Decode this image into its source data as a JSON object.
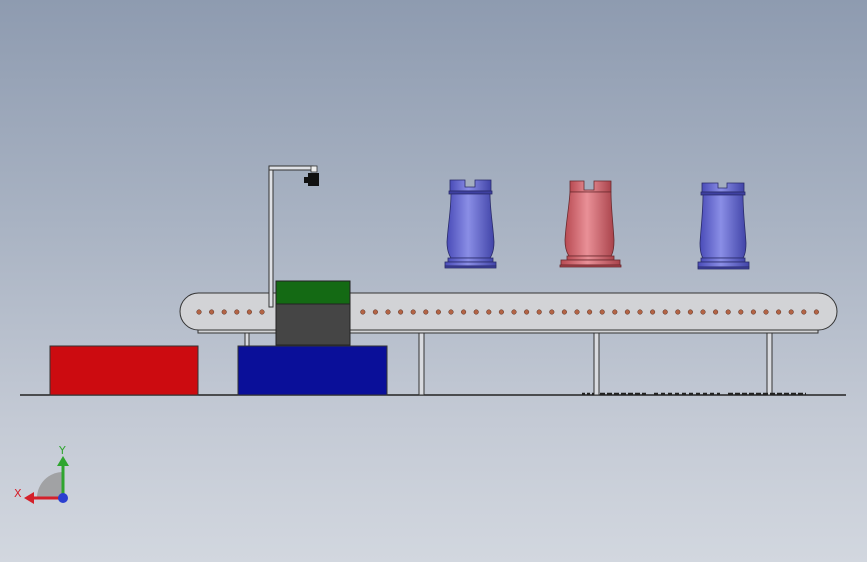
{
  "viewport": {
    "background_top": "#8e9bb0",
    "background_bottom": "#d2d7df"
  },
  "triad": {
    "x_label": "X",
    "y_label": "Y",
    "x_color": "#d4202a",
    "y_color": "#2fa52f",
    "z_color": "#2a3fd0"
  },
  "colors": {
    "red_bin": "#cc0b10",
    "blue_base": "#0a0f99",
    "green_block": "#146a14",
    "dark_block": "#454545",
    "blue_rook": "#6f72d8",
    "red_rook": "#d86e73",
    "conveyor_belt": "#d2d3d6",
    "belt_hole": "#b36445"
  },
  "parts": [
    "red-bin",
    "blue-base",
    "sensor-housing",
    "camera-mast",
    "conveyor-belt",
    "rook-blue-1",
    "rook-red",
    "rook-blue-2"
  ]
}
